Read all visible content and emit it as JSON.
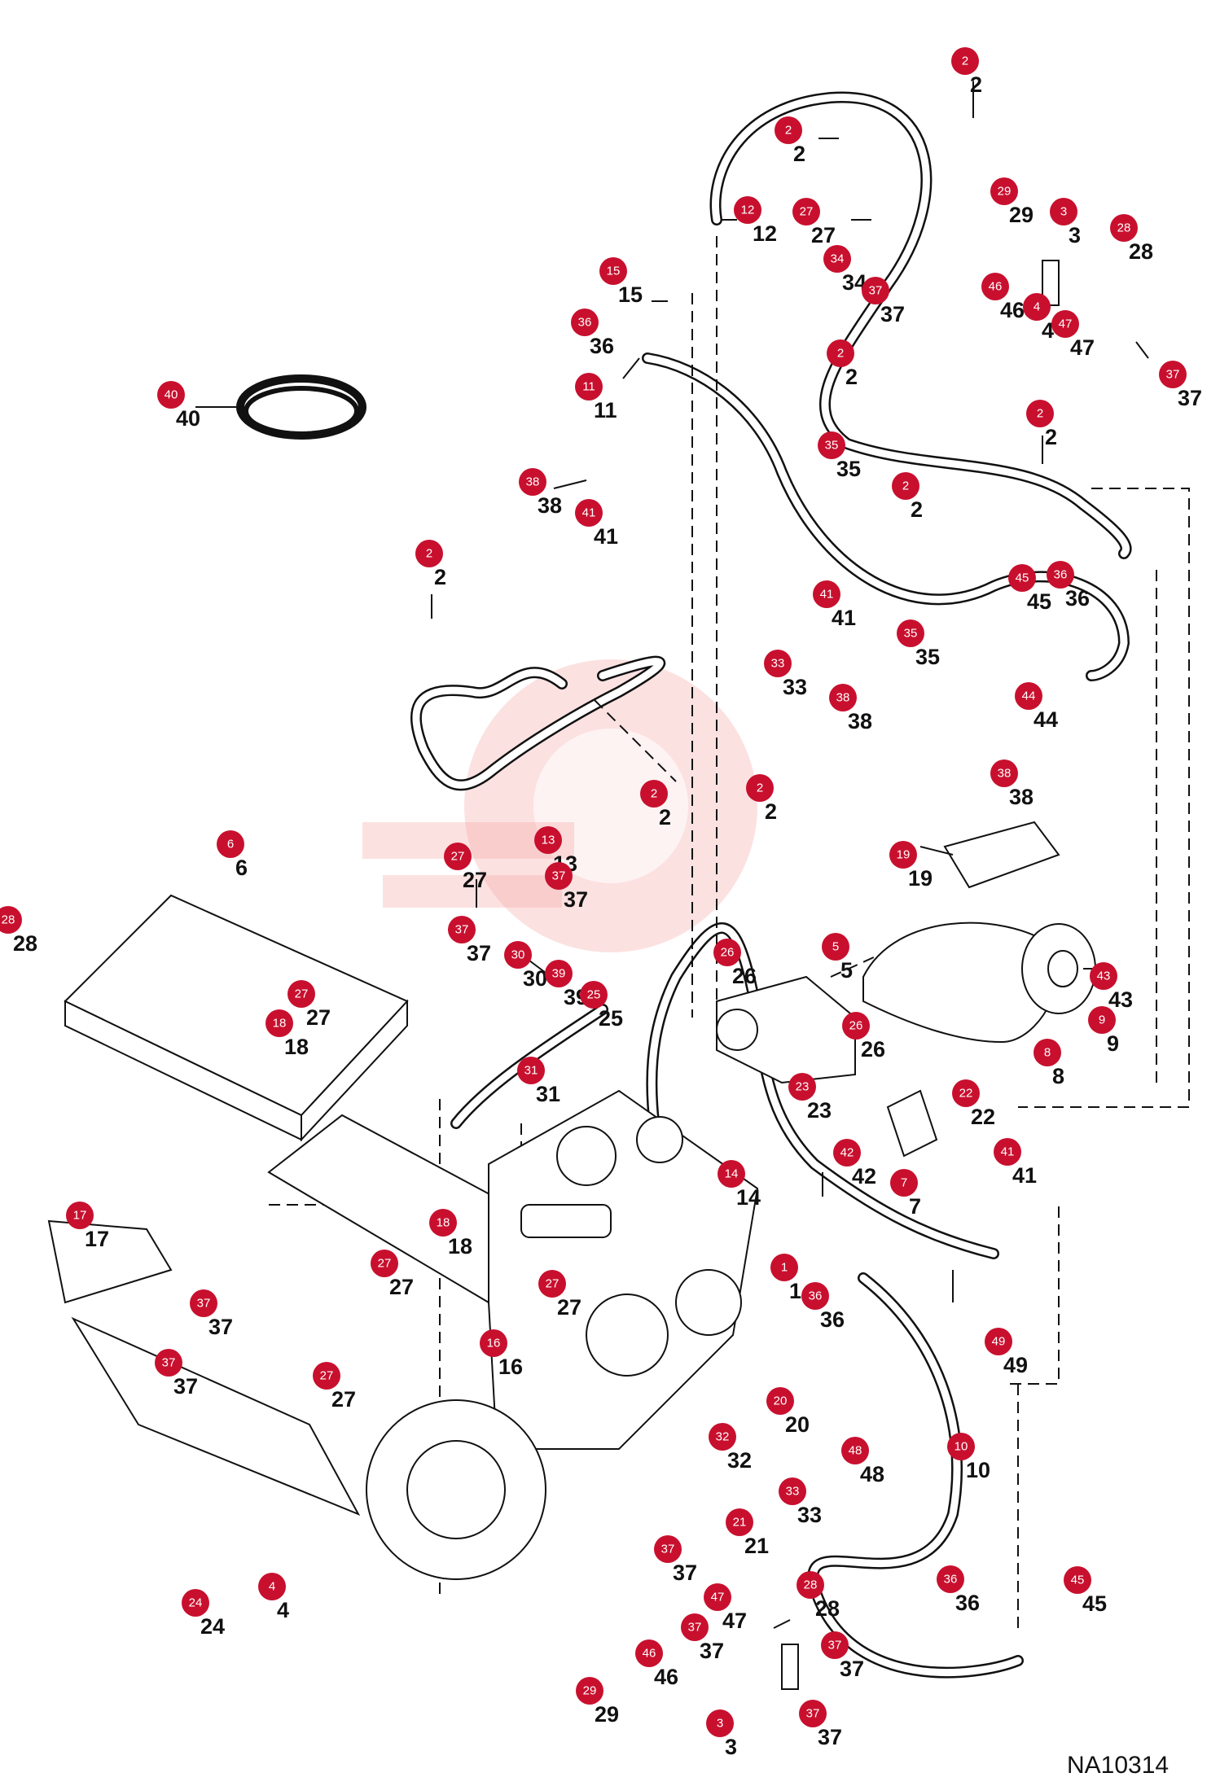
{
  "diagram": {
    "document_code": "NA10314",
    "badge_color": "#c8102e",
    "callouts": [
      {
        "num": "2",
        "label": "2"
      },
      {
        "num": "2",
        "label": "2"
      },
      {
        "num": "12",
        "label": "12"
      },
      {
        "num": "27",
        "label": "27"
      },
      {
        "num": "29",
        "label": "29"
      },
      {
        "num": "3",
        "label": "3"
      },
      {
        "num": "28",
        "label": "28"
      },
      {
        "num": "15",
        "label": "15"
      },
      {
        "num": "34",
        "label": "34"
      },
      {
        "num": "37",
        "label": "37"
      },
      {
        "num": "46",
        "label": "46"
      },
      {
        "num": "4",
        "label": "4"
      },
      {
        "num": "47",
        "label": "47"
      },
      {
        "num": "36",
        "label": "36"
      },
      {
        "num": "2",
        "label": "2"
      },
      {
        "num": "37",
        "label": "37"
      },
      {
        "num": "11",
        "label": "11"
      },
      {
        "num": "40",
        "label": "40"
      },
      {
        "num": "2",
        "label": "2"
      },
      {
        "num": "35",
        "label": "35"
      },
      {
        "num": "38",
        "label": "38"
      },
      {
        "num": "2",
        "label": "2"
      },
      {
        "num": "41",
        "label": "41"
      },
      {
        "num": "2",
        "label": "2"
      },
      {
        "num": "36",
        "label": "36"
      },
      {
        "num": "45",
        "label": "45"
      },
      {
        "num": "41",
        "label": "41"
      },
      {
        "num": "35",
        "label": "35"
      },
      {
        "num": "33",
        "label": "33"
      },
      {
        "num": "44",
        "label": "44"
      },
      {
        "num": "38",
        "label": "38"
      },
      {
        "num": "2",
        "label": "2"
      },
      {
        "num": "38",
        "label": "38"
      },
      {
        "num": "2",
        "label": "2"
      },
      {
        "num": "19",
        "label": "19"
      },
      {
        "num": "27",
        "label": "27"
      },
      {
        "num": "13",
        "label": "13"
      },
      {
        "num": "37",
        "label": "37"
      },
      {
        "num": "6",
        "label": "6"
      },
      {
        "num": "26",
        "label": "26"
      },
      {
        "num": "30",
        "label": "30"
      },
      {
        "num": "37",
        "label": "37"
      },
      {
        "num": "5",
        "label": "5"
      },
      {
        "num": "28",
        "label": "28"
      },
      {
        "num": "43",
        "label": "43"
      },
      {
        "num": "39",
        "label": "39"
      },
      {
        "num": "27",
        "label": "27"
      },
      {
        "num": "25",
        "label": "25"
      },
      {
        "num": "9",
        "label": "9"
      },
      {
        "num": "18",
        "label": "18"
      },
      {
        "num": "26",
        "label": "26"
      },
      {
        "num": "8",
        "label": "8"
      },
      {
        "num": "31",
        "label": "31"
      },
      {
        "num": "23",
        "label": "23"
      },
      {
        "num": "22",
        "label": "22"
      },
      {
        "num": "41",
        "label": "41"
      },
      {
        "num": "42",
        "label": "42"
      },
      {
        "num": "14",
        "label": "14"
      },
      {
        "num": "7",
        "label": "7"
      },
      {
        "num": "17",
        "label": "17"
      },
      {
        "num": "18",
        "label": "18"
      },
      {
        "num": "1",
        "label": "1"
      },
      {
        "num": "27",
        "label": "27"
      },
      {
        "num": "27",
        "label": "27"
      },
      {
        "num": "36",
        "label": "36"
      },
      {
        "num": "37",
        "label": "37"
      },
      {
        "num": "16",
        "label": "16"
      },
      {
        "num": "49",
        "label": "49"
      },
      {
        "num": "37",
        "label": "37"
      },
      {
        "num": "27",
        "label": "27"
      },
      {
        "num": "20",
        "label": "20"
      },
      {
        "num": "32",
        "label": "32"
      },
      {
        "num": "10",
        "label": "10"
      },
      {
        "num": "48",
        "label": "48"
      },
      {
        "num": "33",
        "label": "33"
      },
      {
        "num": "21",
        "label": "21"
      },
      {
        "num": "37",
        "label": "37"
      },
      {
        "num": "36",
        "label": "36"
      },
      {
        "num": "45",
        "label": "45"
      },
      {
        "num": "47",
        "label": "47"
      },
      {
        "num": "28",
        "label": "28"
      },
      {
        "num": "37",
        "label": "37"
      },
      {
        "num": "24",
        "label": "24"
      },
      {
        "num": "4",
        "label": "4"
      },
      {
        "num": "37",
        "label": "37"
      },
      {
        "num": "46",
        "label": "46"
      },
      {
        "num": "29",
        "label": "29"
      },
      {
        "num": "37",
        "label": "37"
      },
      {
        "num": "3",
        "label": "3"
      }
    ]
  }
}
